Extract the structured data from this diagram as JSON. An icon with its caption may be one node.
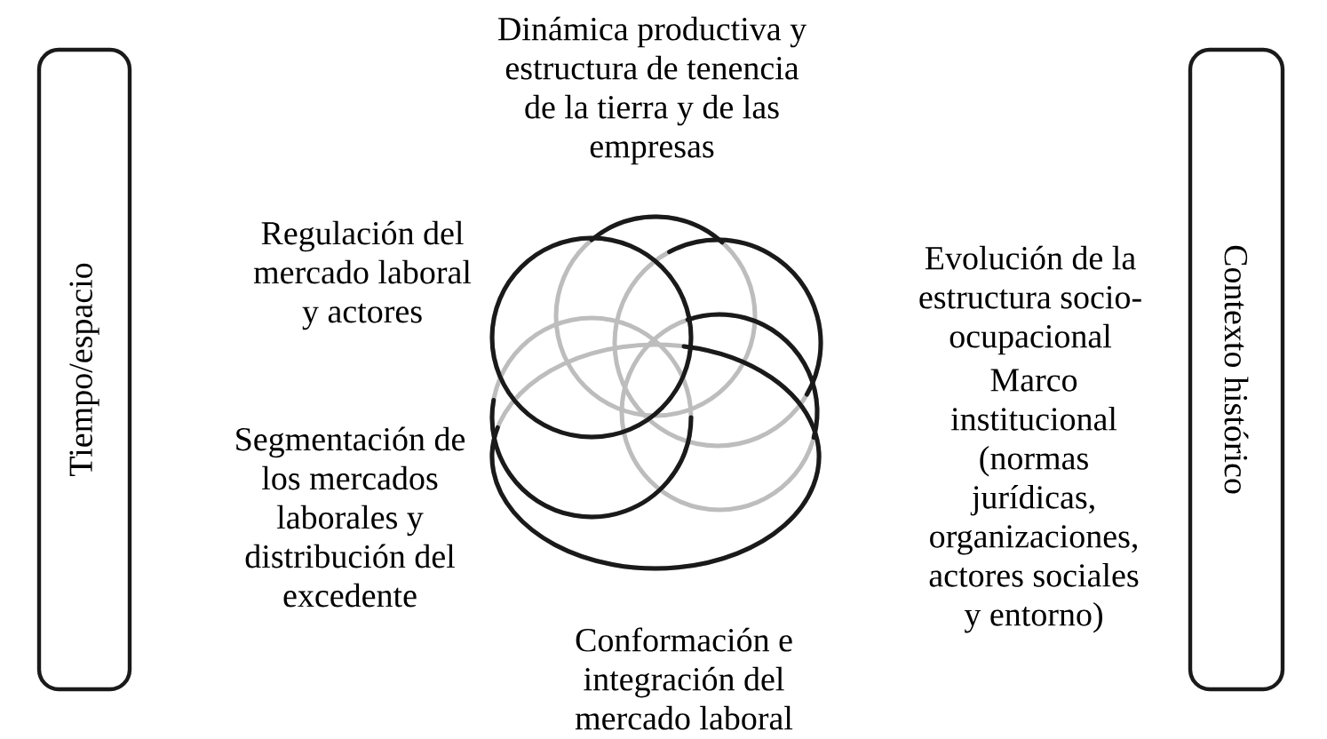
{
  "diagram": {
    "nodes": [
      {
        "text": [
          "Tiempo/espacio"
        ]
      },
      {
        "text": [
          "Contexto histórico"
        ]
      }
    ],
    "labels": [
      "Dinámica productiva y estructura de tenencia de la tierra y de las empresas",
      "Regulación del mercado laboral y actores",
      "Evolución de la estructura socio-ocupacional",
      "Marco institucional (normas jurídicas, organizaciones, actores sociales y entorno)",
      "Segmentación de los mercados laborales y distribución del excedente",
      "Conformación e integración del mercado laboral"
    ]
  }
}
